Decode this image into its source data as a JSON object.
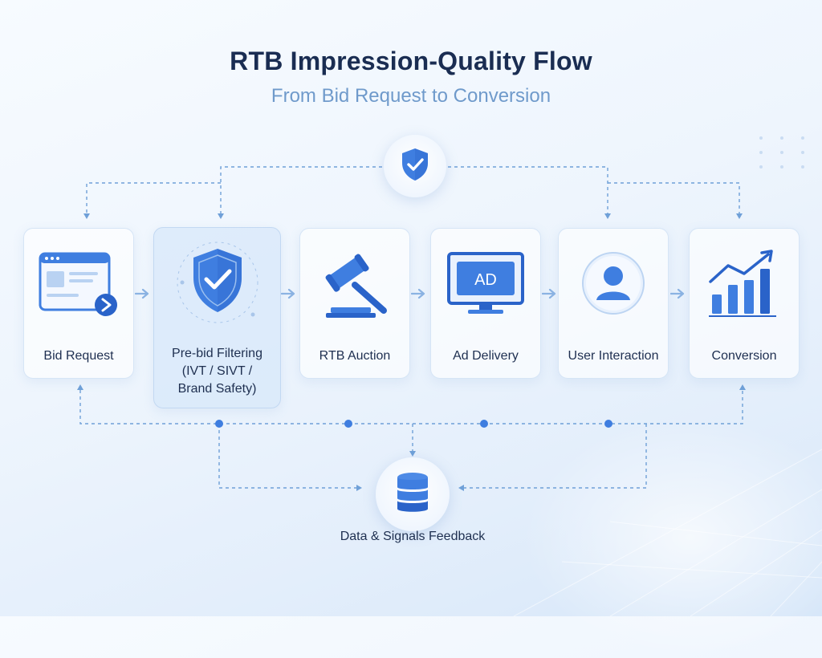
{
  "header": {
    "title": "RTB Impression-Quality Flow",
    "subtitle": "From Bid Request to Conversion"
  },
  "steps": [
    {
      "label": "Bid Request",
      "icon": "browser-window-icon"
    },
    {
      "label": "Pre-bid Filtering\n(IVT / SIVT /\nBrand Safety)",
      "icon": "shield-check-icon"
    },
    {
      "label": "RTB Auction",
      "icon": "gavel-icon"
    },
    {
      "label": "Ad Delivery",
      "icon": "monitor-ad-icon",
      "screen_text": "AD"
    },
    {
      "label": "User Interaction",
      "icon": "user-avatar-icon"
    },
    {
      "label": "Conversion",
      "icon": "bar-chart-growth-icon"
    }
  ],
  "verification_hub": {
    "icon": "shield-check-icon"
  },
  "feedback": {
    "label": "Data & Signals Feedback",
    "icon": "database-icon"
  },
  "colors": {
    "accent": "#3f7ee0",
    "accent_dark": "#2a63c9",
    "title": "#1a2d52",
    "subtitle": "#6f9acb",
    "connector": "#6fa0d8"
  }
}
